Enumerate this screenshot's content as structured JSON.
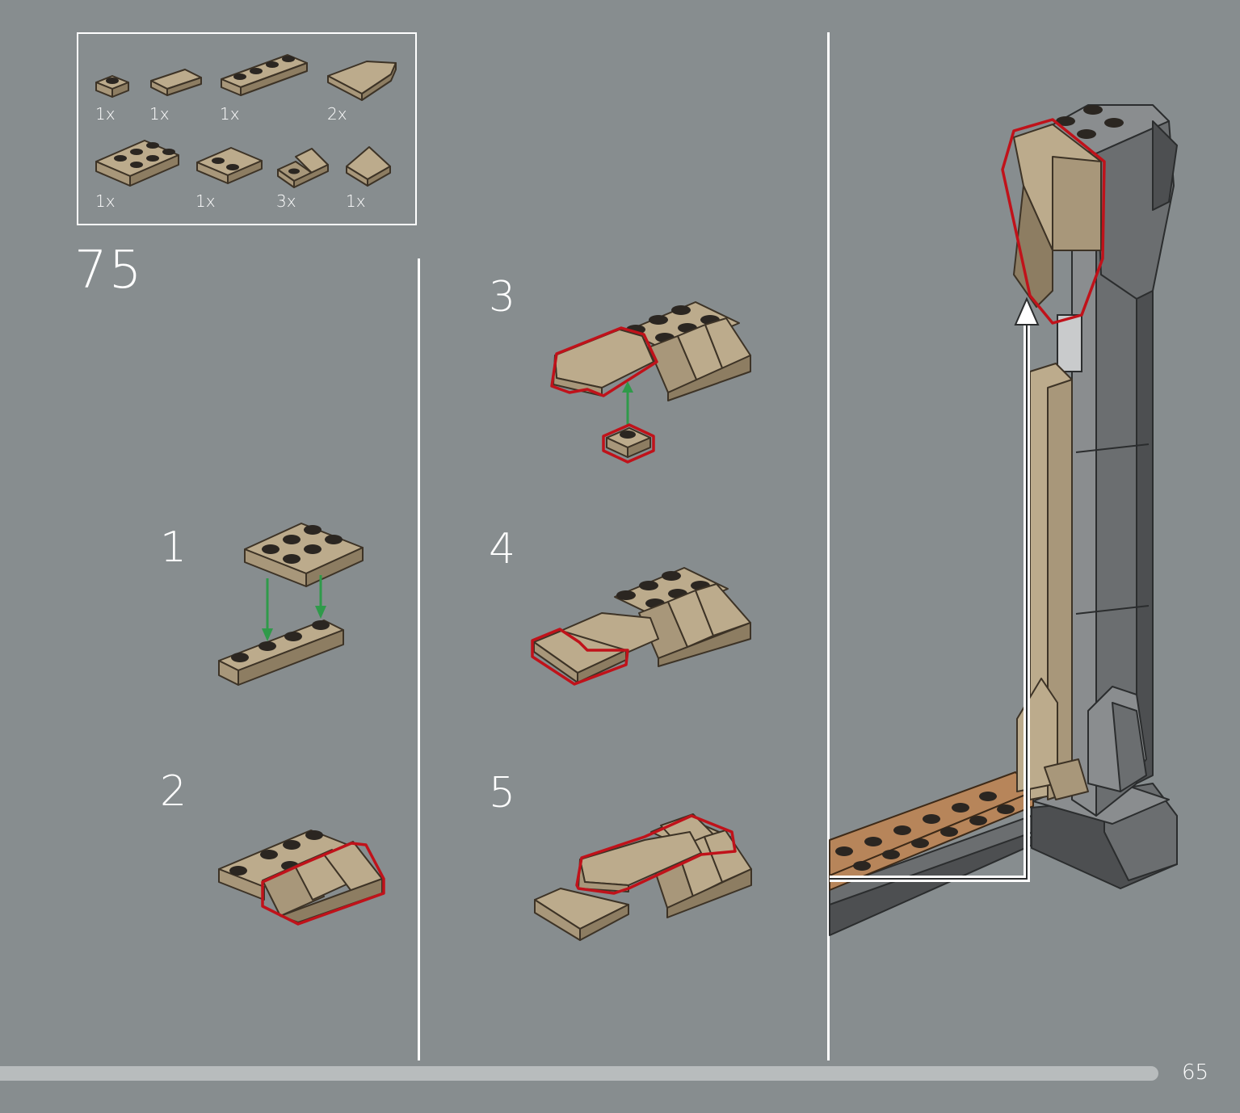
{
  "step_number": "75",
  "parts": [
    {
      "name": "plate-1x1",
      "qty": "1x"
    },
    {
      "name": "tile-1x2",
      "qty": "1x"
    },
    {
      "name": "plate-1x4",
      "qty": "1x"
    },
    {
      "name": "wedge-plate",
      "qty": "2x"
    },
    {
      "name": "plate-2x3",
      "qty": "1x"
    },
    {
      "name": "plate-2x2-corner",
      "qty": "1x"
    },
    {
      "name": "slope-bracket",
      "qty": "3x"
    },
    {
      "name": "slope-1x2",
      "qty": "1x"
    }
  ],
  "substeps": [
    "1",
    "2",
    "3",
    "4",
    "5"
  ],
  "page_number": "65",
  "colors": {
    "background": "#878d8f",
    "brick_tan": "#a8977a",
    "highlight": "#c0121a",
    "arrow_green": "#2f9a4a",
    "progress_track": "#b8bcbd"
  }
}
